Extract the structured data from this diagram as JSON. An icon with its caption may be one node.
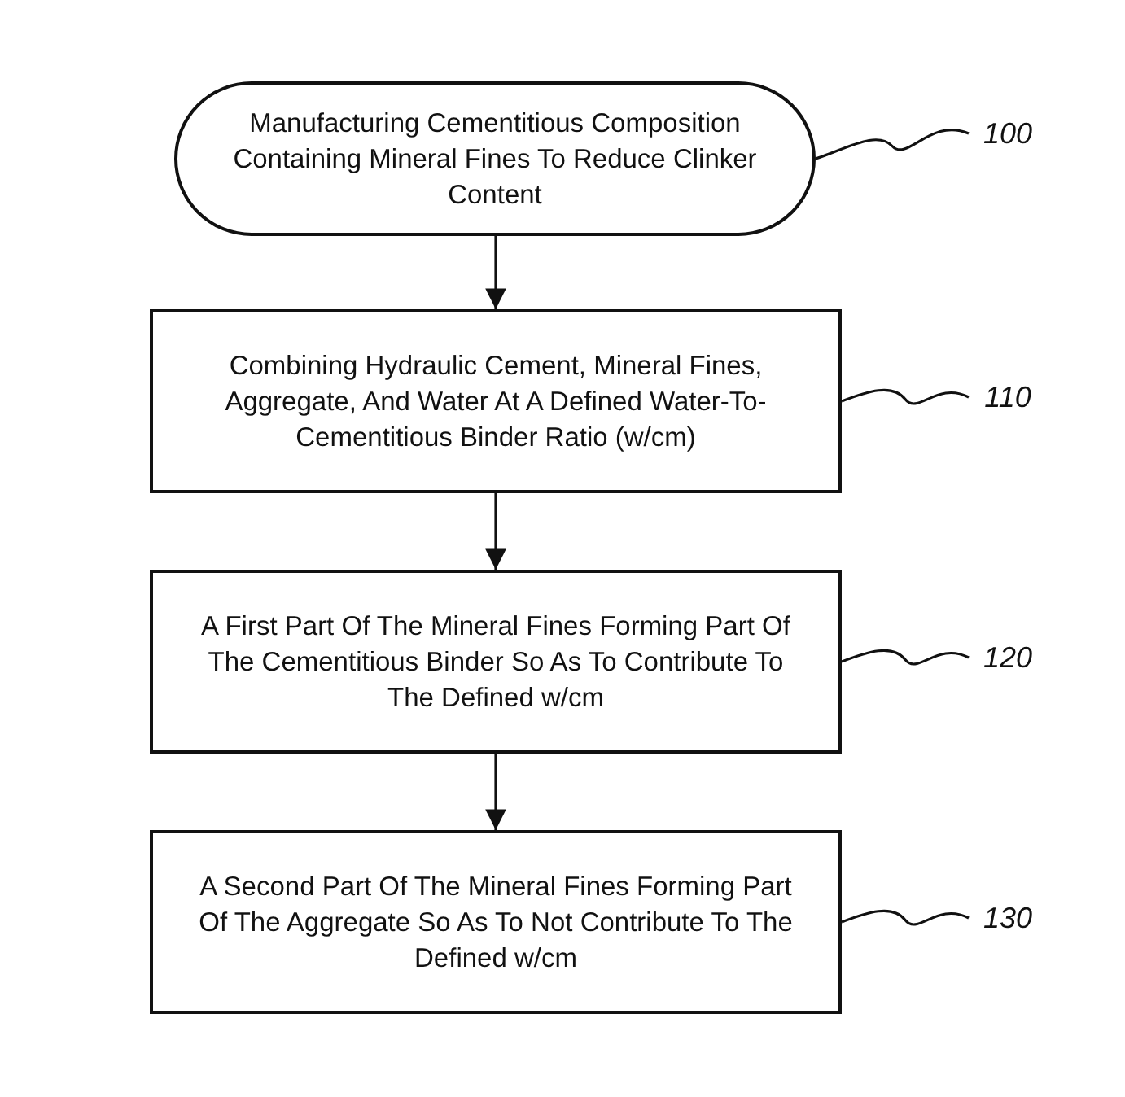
{
  "diagram": {
    "nodes": [
      {
        "text": [
          "Manufacturing Cementitious Composition Containing Mineral Fines To Reduce Clinker Content"
        ]
      },
      {
        "text": [
          "Combining Hydraulic Cement, Mineral Fines, Aggregate, And Water At A Defined Water-To-Cementitious Binder Ratio (w/cm)"
        ]
      },
      {
        "text": [
          "A First Part Of The Mineral Fines Forming Part Of The Cementitious Binder So As To Contribute To The Defined w/cm"
        ]
      },
      {
        "text": [
          "A Second Part Of The Mineral Fines Forming Part Of The Aggregate So As To Not Contribute To The Defined w/cm"
        ]
      },
      {
        "text": [
          "100"
        ]
      },
      {
        "text": [
          "110"
        ]
      },
      {
        "text": [
          "120"
        ]
      },
      {
        "text": [
          "130"
        ]
      }
    ],
    "edges": [
      {
        "from": 0,
        "to": 1,
        "arrow": "to"
      },
      {
        "from": 1,
        "to": 2,
        "arrow": "to"
      },
      {
        "from": 2,
        "to": 3,
        "arrow": "to"
      },
      {
        "from": 4,
        "to": 0,
        "arrow": "none"
      },
      {
        "from": 5,
        "to": 1,
        "arrow": "none"
      },
      {
        "from": 6,
        "to": 2,
        "arrow": "none"
      },
      {
        "from": 7,
        "to": 3,
        "arrow": "none"
      }
    ]
  }
}
